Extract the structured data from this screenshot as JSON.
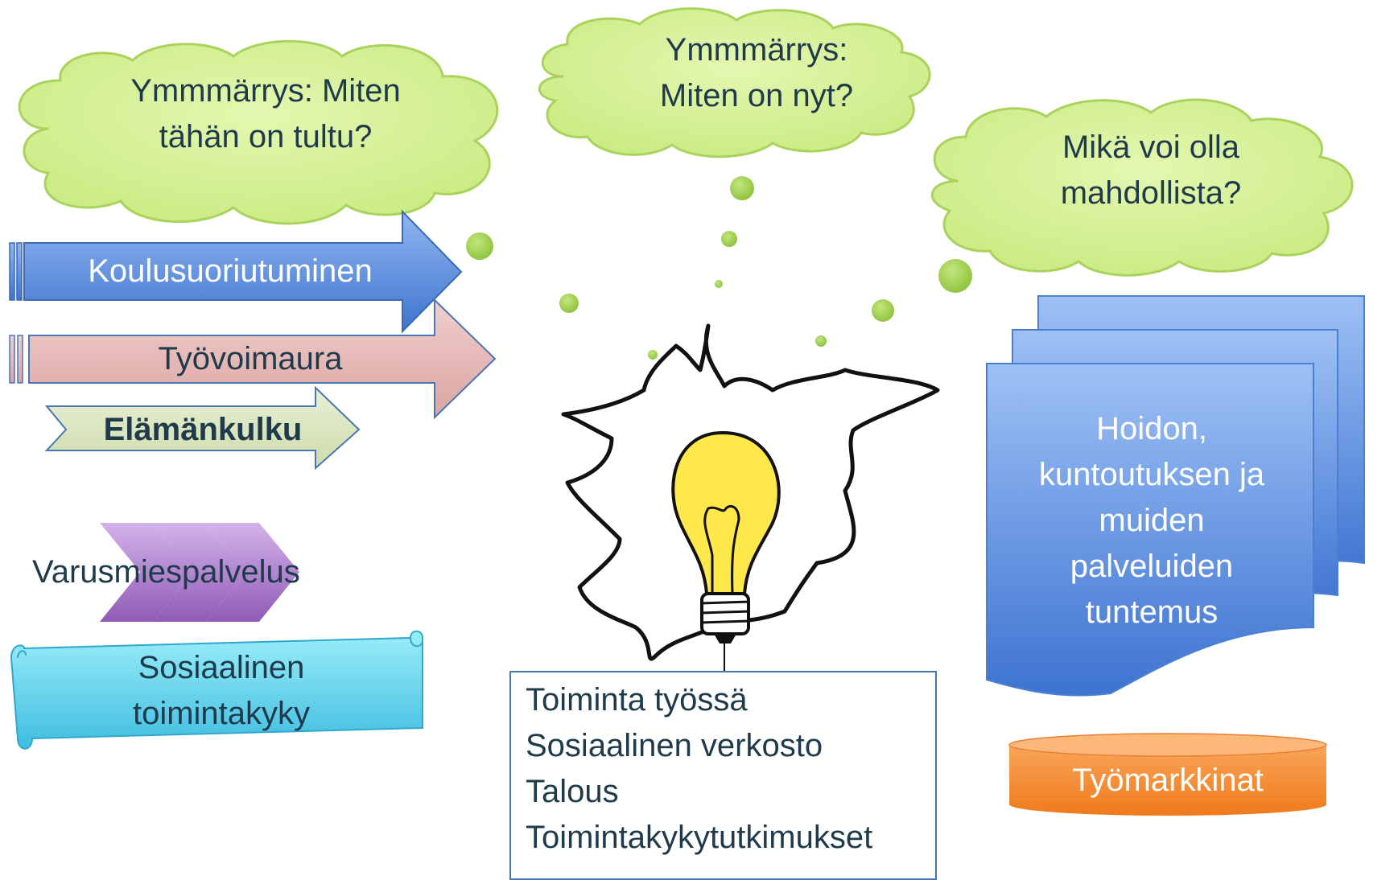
{
  "clouds": [
    {
      "lines": [
        "Ymmmärrys: Miten",
        "tähän on tultu?"
      ]
    },
    {
      "lines": [
        "Ymmmärrys:",
        "Miten on nyt?"
      ]
    },
    {
      "lines": [
        "Mikä voi olla",
        "mahdollista?"
      ]
    }
  ],
  "arrows": [
    {
      "label": "Koulusuoriutuminen"
    },
    {
      "label": "Työvoimaura"
    },
    {
      "label": "Elämänkulku"
    }
  ],
  "chevrons": {
    "label": "Varusmiespalvelus"
  },
  "scroll": {
    "lines": [
      "Sosiaalinen",
      "toimintakyky"
    ]
  },
  "documents": {
    "lines": [
      "Hoidon,",
      "kuntoutuksen ja",
      "muiden",
      "palveluiden",
      "tuntemus"
    ]
  },
  "cylinder": {
    "label": "Työmarkkinat"
  },
  "list_box": {
    "items": [
      "Toiminta työssä",
      "Sosiaalinen verkosto",
      "Talous",
      "Toimintakykytutkimukset"
    ]
  },
  "colors": {
    "cloud_fill": "#d5f09a",
    "cloud_stroke": "#9cc94a",
    "bubble": "#9ccc4a",
    "arrow_blue": "#5b8fd9",
    "arrow_pink": "#e6b8b7",
    "arrow_green": "#d7e4bd",
    "chevron_purple": "#a878c8",
    "scroll_cyan": "#5fd0ea",
    "document_blue": "#5a8ee0",
    "cylinder_orange": "#f48a2e",
    "bulb_yellow": "#ffe84a"
  },
  "icons": {
    "center": "light-bulb-icon"
  }
}
